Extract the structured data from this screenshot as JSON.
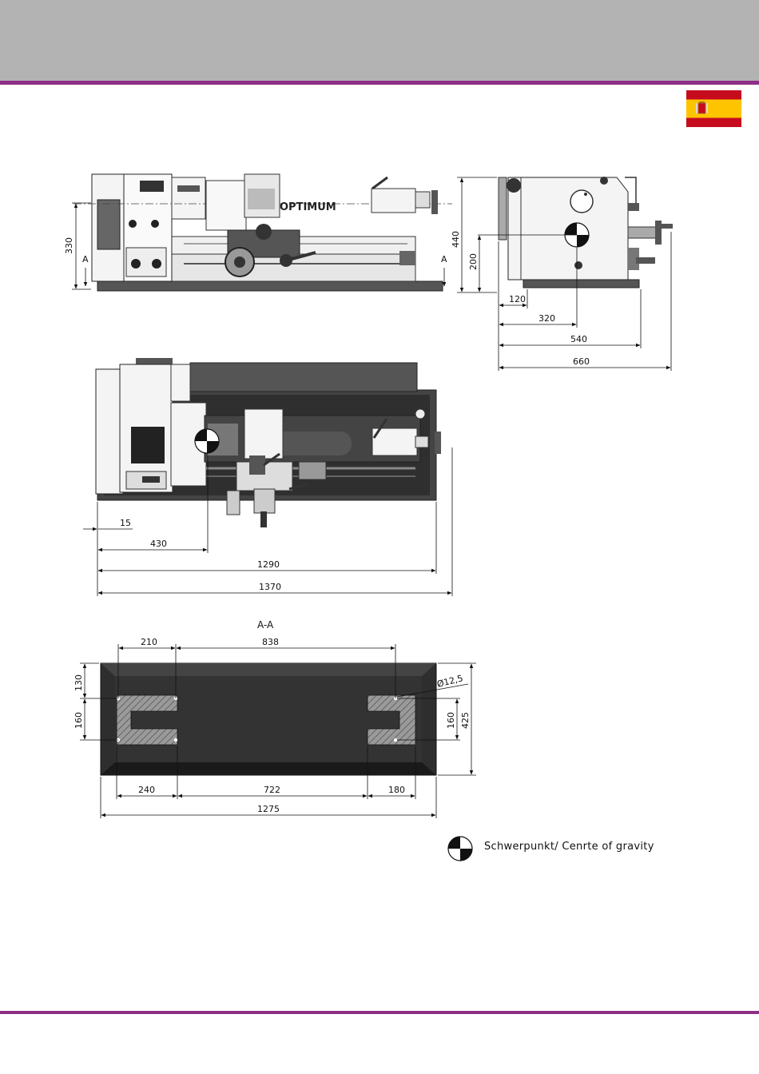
{
  "colors": {
    "header": "#b3b3b3",
    "accent": "#8e2f86",
    "flag_red": "#c60b1e",
    "flag_yellow": "#ffc400"
  },
  "flag": {
    "icon": "spain-flag-icon"
  },
  "brand": "OPTIMUM",
  "front_view": {
    "height_label": "330",
    "section_left": "A",
    "section_right": "A"
  },
  "side_view": {
    "height_total": "440",
    "height_cog": "200",
    "d1": "120",
    "d2": "320",
    "d3": "540",
    "d4": "660"
  },
  "top_view": {
    "d1": "15",
    "d2": "430",
    "d3": "1290",
    "d4": "1370"
  },
  "section": {
    "title": "A-A",
    "top_left": "210",
    "top_mid": "838",
    "left_upper": "130",
    "left_lower": "160",
    "right_inner": "160",
    "right_outer": "425",
    "hole": "Ø12,5",
    "bottom_left": "240",
    "bottom_mid": "722",
    "bottom_right": "180",
    "total": "1275"
  },
  "legend": {
    "icon": "centre-of-gravity-icon",
    "text": "Schwerpunkt/ Cenrte of gravity"
  }
}
